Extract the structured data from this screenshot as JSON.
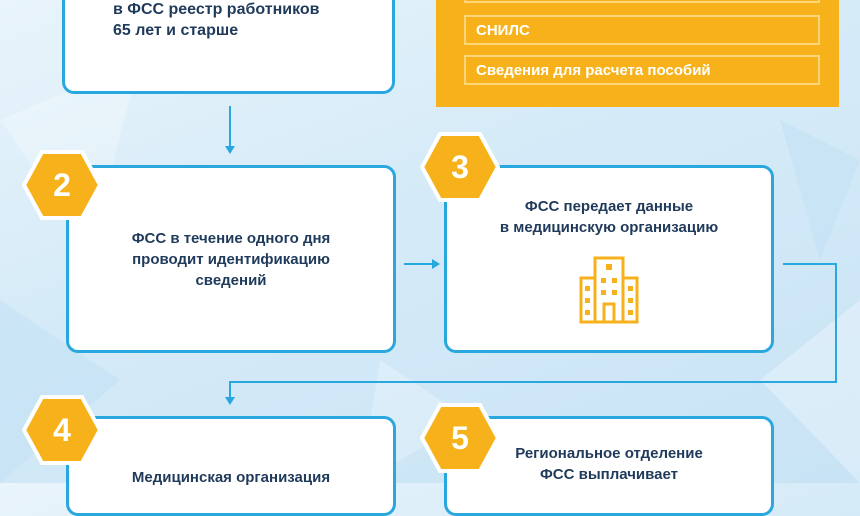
{
  "step1": {
    "line1": "в ФСС реестр работников",
    "line2": "65 лет и старше"
  },
  "panel": {
    "items": [
      "",
      "СНИЛС",
      "Сведения для расчета пособий"
    ]
  },
  "step2": {
    "number": "2",
    "lines": [
      "ФСС в течение одного дня",
      "проводит идентификацию",
      "сведений"
    ]
  },
  "step3": {
    "number": "3",
    "lines": [
      "ФСС передает данные",
      "в медицинскую организацию"
    ],
    "icon": "building-icon"
  },
  "step4": {
    "number": "4",
    "lines": [
      "Медицинская организация"
    ]
  },
  "step5": {
    "number": "5",
    "lines": [
      "Региональное отделение",
      "ФСС выплачивает"
    ]
  },
  "colors": {
    "accent": "#29a7df",
    "hex": "#f7b21b",
    "panel": "#f7b21b",
    "text": "#1f3a5a"
  }
}
